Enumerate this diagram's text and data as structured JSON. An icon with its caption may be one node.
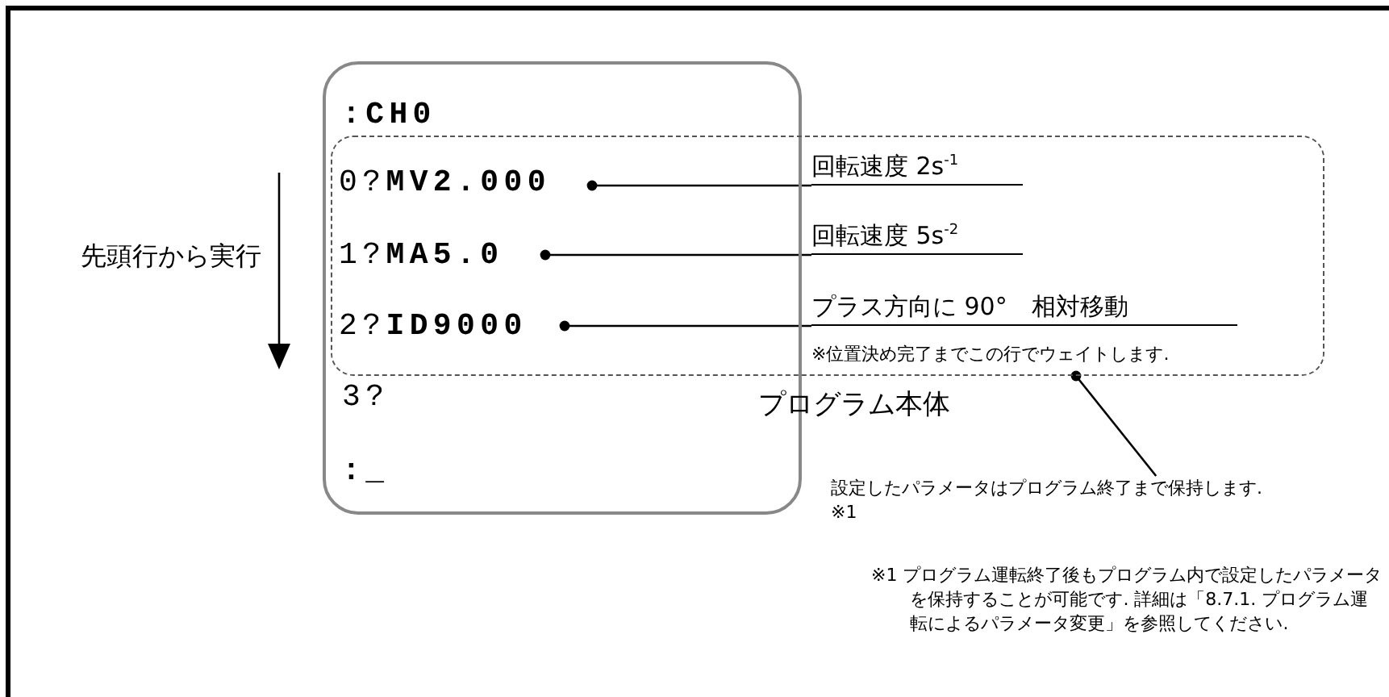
{
  "diagram": {
    "nodes": [
      {
        "text": [
          ":CH0",
          "3?",
          ":_"
        ]
      },
      {
        "text": [
          "※位置決め完了までこの行でウェイトします."
        ]
      },
      {
        "text": [
          "0?**MV2.000**"
        ]
      },
      {
        "text": [
          "1?**MA5.0**"
        ]
      },
      {
        "text": [
          "2?**ID9000**"
        ]
      },
      {
        "text": [
          "回転速度 2s$^{-1}$"
        ],
        "in": 1
      },
      {
        "text": [
          "回転速度 5s$^{-2}$"
        ],
        "in": 1
      },
      {
        "text": [
          "プラス方向に 90°　相対移動"
        ],
        "in": 1
      },
      {
        "text": [
          "設定したパラメータはプログラム終了まで保持します. ※1"
        ]
      }
    ],
    "edges": [
      {
        "from": 2,
        "to": 5,
        "arrow": "other"
      },
      {
        "from": 3,
        "to": 6,
        "arrow": "other"
      },
      {
        "from": 4,
        "to": 7,
        "arrow": "other"
      },
      {
        "from": 1,
        "to": 8,
        "arrow": "other"
      }
    ],
    "labels": [
      "先頭行から実行",
      "プログラム本体",
      "※1 プログラム運転終了後もプログラム内で設定したパラメータを保持することが可能です. 詳細は「8.7.1. プログラム運転によるパラメータ変更」を参照してください."
    ]
  }
}
